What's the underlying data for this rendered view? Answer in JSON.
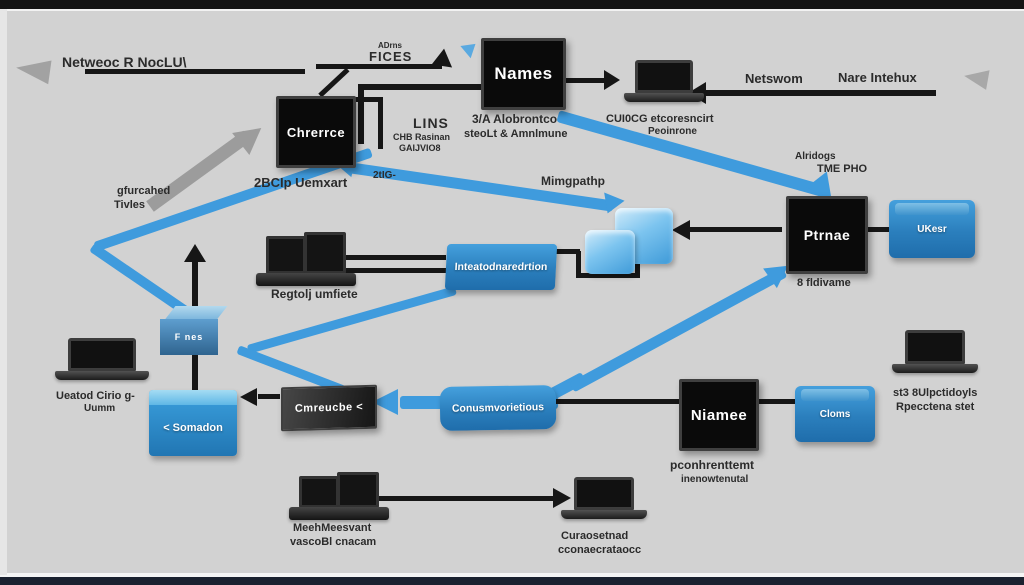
{
  "colors": {
    "background": "#d2d2d2",
    "black_box": "#0a0a0a",
    "blue_box": "#2b7fbd",
    "blue_arrow": "#3f9bdd",
    "gray_arrow": "#9c9c9c",
    "top_bar": "#141414",
    "bottom_bar": "#1b2230"
  },
  "nodes": {
    "chrence": "Chrerrce",
    "names": "Names",
    "ptrnae": "Ptrnae",
    "niamee": "Niamee",
    "cmreucbe": "Cmreucbe <",
    "inteatod": "Inteatodnaredrtion",
    "conusm": "Conusmvorietious",
    "ukesr": "UKesr",
    "cloms": "Cloms",
    "somadon": "< Somadon",
    "fnes": "F nes"
  },
  "labels": {
    "top_left": "Netweoc R NocLU\\",
    "adms": "ADrns",
    "fices": "FICES",
    "chrence_sub": "2BCIp Uemxart",
    "lins": "LINS",
    "lins_sub1": "CHB Rasinan",
    "lins_sub2": "GAIJVIO8",
    "attg": "2tIG-",
    "names_sub1": "3/A Alobrontco",
    "names_sub2": "steoLt & Amnlmune",
    "mingpang": "Mimgpathp",
    "netswom": "Netswom",
    "nare_intehux": "Nare Intehux",
    "cuiocg1": "CUI0CG etcoresncirt",
    "cuiocg2": "Peoinrone",
    "altidogs1": "Alridogs",
    "altidogs2": "TME PHO",
    "ptrnae_sub": "8 fldivame",
    "regtolj": "Regtolj umfiete",
    "gfurcahed1": "gfurcahed",
    "gfurcahed2": "Tivles",
    "ueatod1": "Ueatod Cirio g-",
    "ueatod2": "Uumm",
    "niamee_sub1": "pconhrenttemt",
    "niamee_sub2": "inenowtenutal",
    "meeh1": "MeehMeesvant",
    "meeh2": "vascoBl cnacam",
    "cura1": "Curaosetnad",
    "cura2": "cconaecrataocc",
    "laptop_right1": "st3 8Ulpctidoyls",
    "laptop_right2": "Rpecctena stet"
  }
}
